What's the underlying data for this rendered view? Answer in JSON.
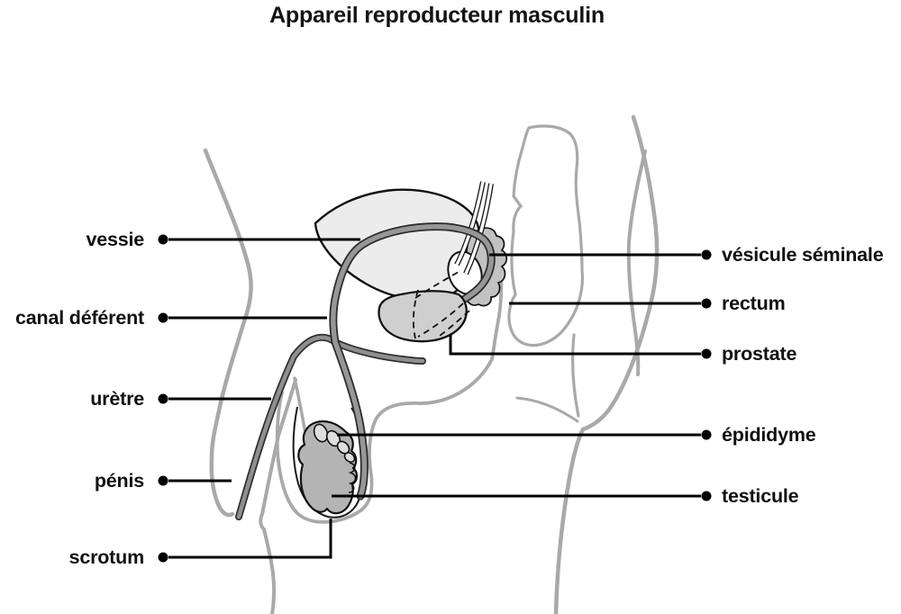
{
  "title": "Appareil reproducteur masculin",
  "labels": {
    "left": [
      {
        "id": "vessie",
        "text": "vessie"
      },
      {
        "id": "canal-deferent",
        "text": "canal déférent"
      },
      {
        "id": "uretre",
        "text": "urètre"
      },
      {
        "id": "penis",
        "text": "pénis"
      },
      {
        "id": "scrotum",
        "text": "scrotum"
      }
    ],
    "right": [
      {
        "id": "vesicule-seminale",
        "text": "vésicule séminale"
      },
      {
        "id": "rectum",
        "text": "rectum"
      },
      {
        "id": "prostate",
        "text": "prostate"
      },
      {
        "id": "epididyme",
        "text": "épididyme"
      },
      {
        "id": "testicule",
        "text": "testicule"
      }
    ]
  },
  "style_colors": {
    "label_text": "#111111",
    "leader_line": "#000000",
    "silhouette_gray": "#a9a9a9",
    "organ_outline": "#111111",
    "bladder_fill": "#ececec",
    "prostate_fill": "#cfcfcf",
    "seminal_vesicle_fill": "#c2c2c2",
    "testicle_fill": "#b4b4b4",
    "epididymis_fill": "#dedede",
    "duct_core_gray": "#979797",
    "duct_outline": "#2e2e2e"
  }
}
